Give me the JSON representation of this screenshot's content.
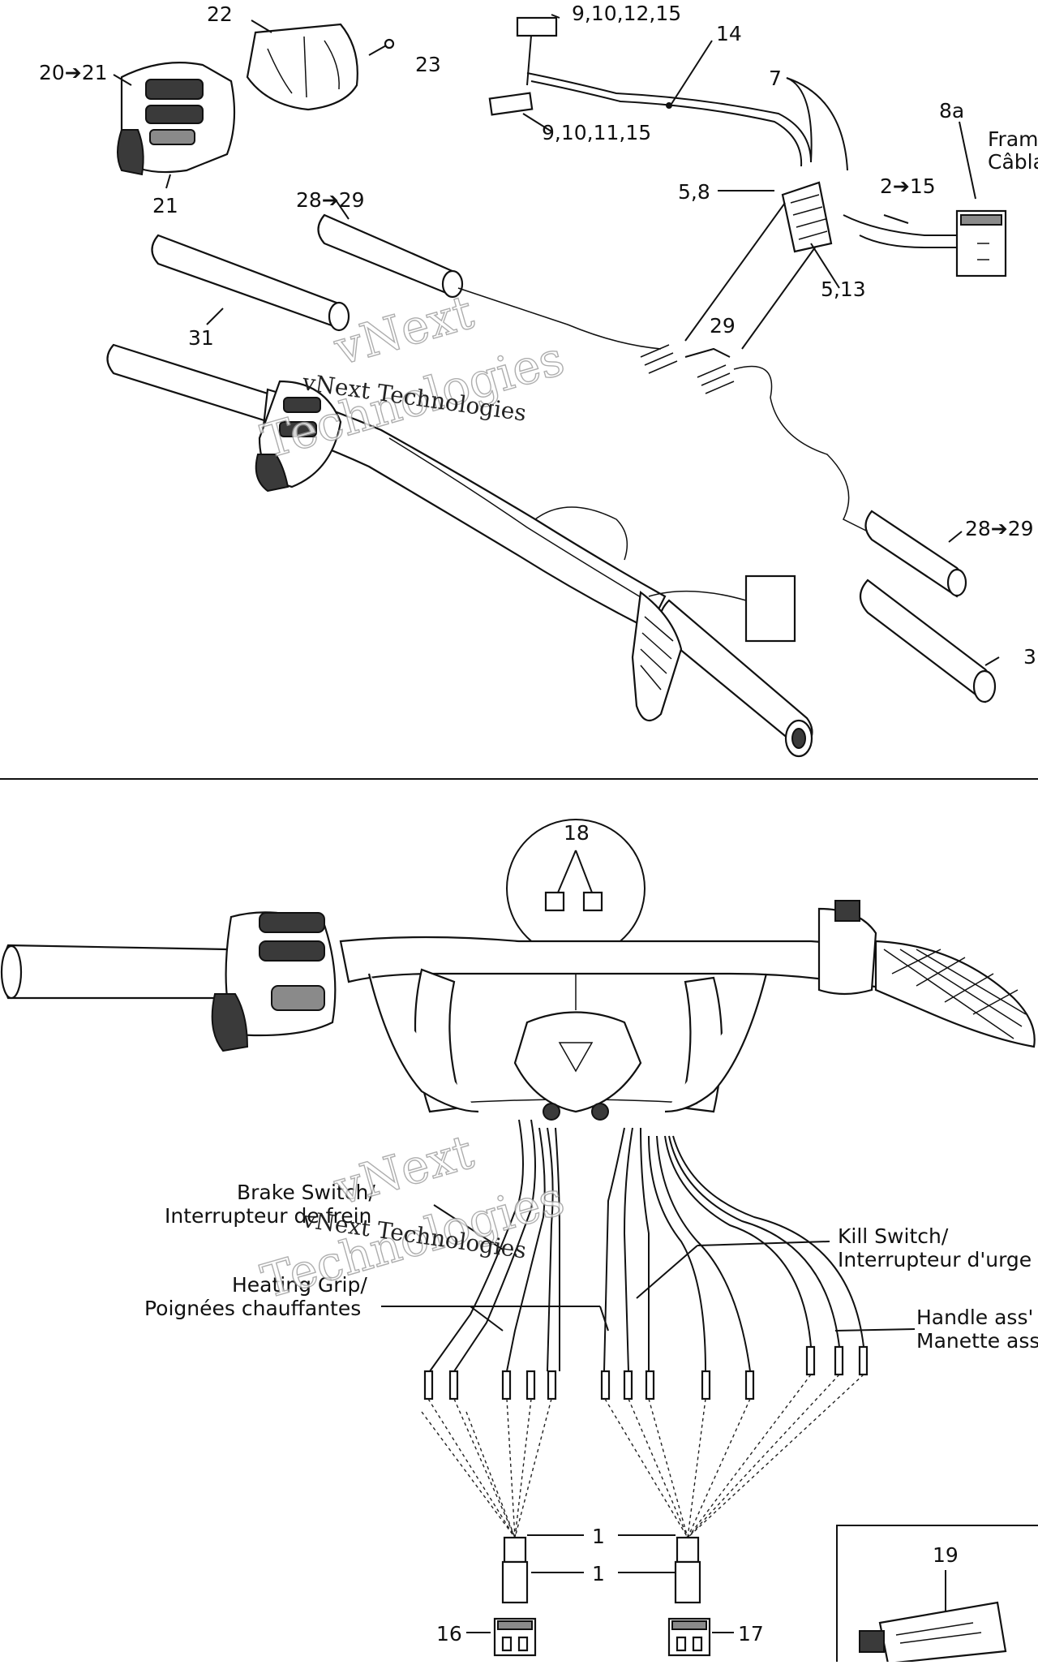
{
  "callouts": {
    "c22": "22",
    "c20_21": "20➔21",
    "c23": "23",
    "c21": "21",
    "c9_10_12_15": "9,10,12,15",
    "c14": "14",
    "c9_10_11_15": "9,10,11,15",
    "c7": "7",
    "c8a": "8a",
    "c5_8": "5,8",
    "c2_15": "2➔15",
    "c5_13": "5,13",
    "c28_29_top": "28➔29",
    "c31_top": "31",
    "c29": "29",
    "c28_29_right": "28➔29",
    "c3_right": "3",
    "c18": "18",
    "c1_a": "1",
    "c1_b": "1",
    "c16": "16",
    "c17": "17",
    "c19": "19"
  },
  "labels": {
    "frame_a": "Fram",
    "frame_b": "Câbla",
    "brake_a": "Brake Switch/",
    "brake_b": "Interrupteur de frein",
    "kill_a": "Kill Switch/",
    "kill_b": "Interrupteur d'urge",
    "heat_a": "Heating Grip/",
    "heat_b": "Poignées chauffantes",
    "handle_a": "Handle ass'",
    "handle_b": "Manette ass"
  },
  "watermark": {
    "line1": "vNext",
    "line2": "Technologies",
    "inline": "vNext Technologies"
  }
}
